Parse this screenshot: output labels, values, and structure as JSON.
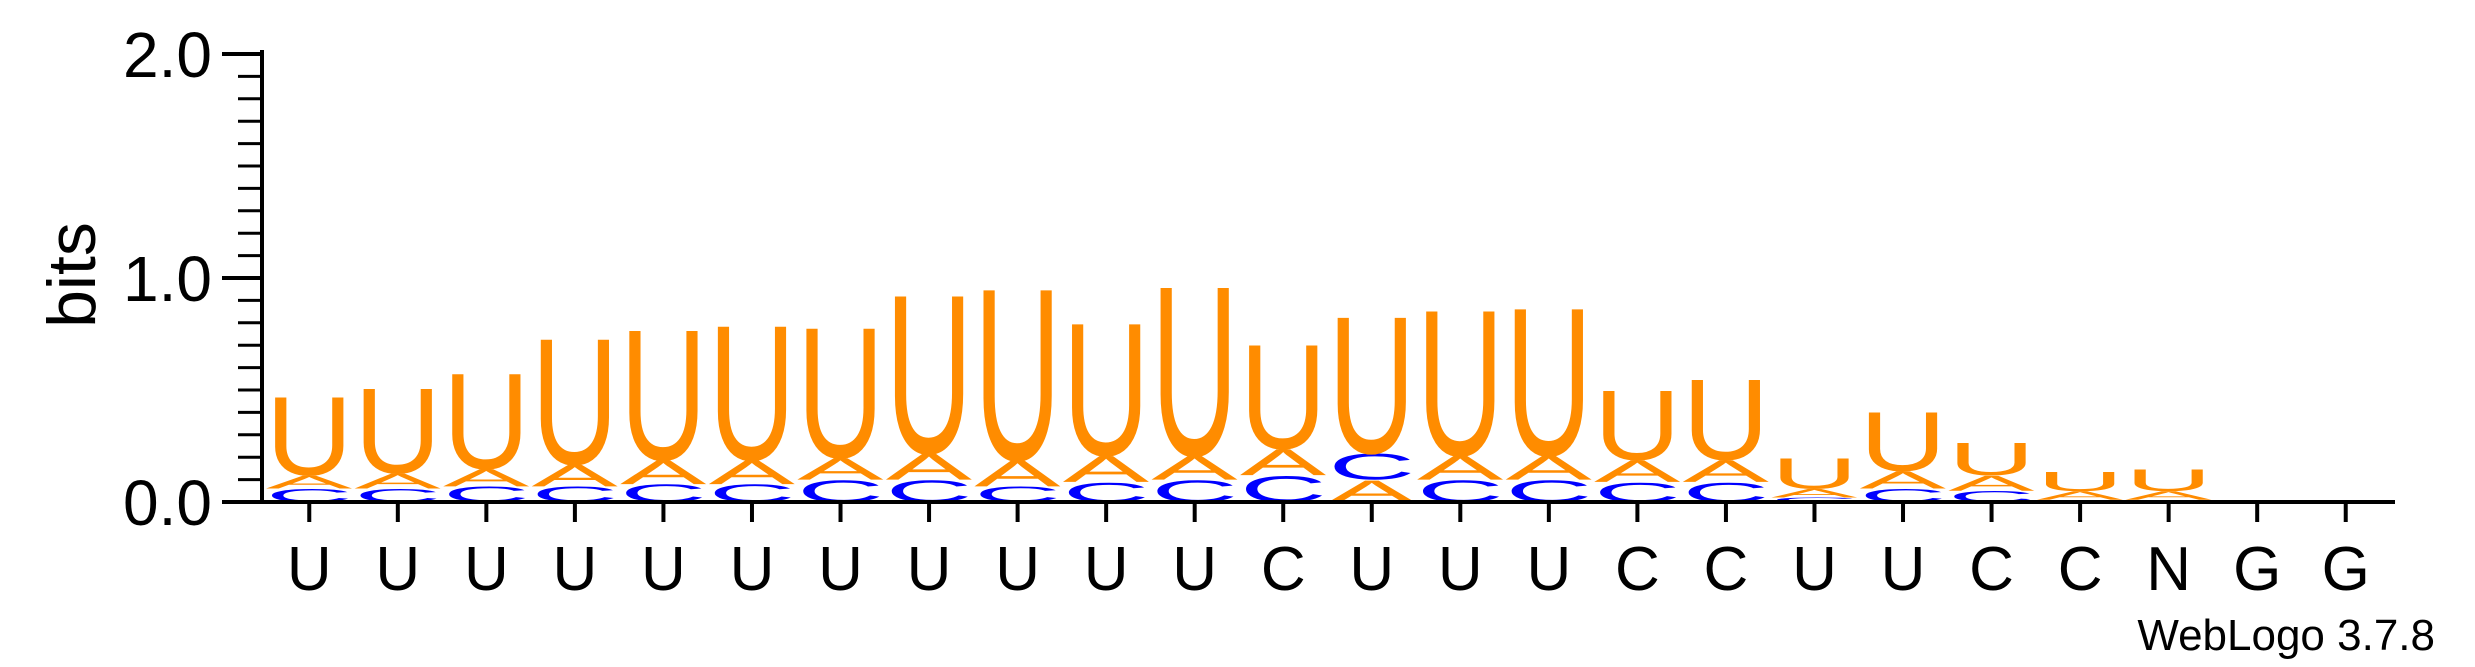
{
  "chart_data": {
    "type": "sequence-logo",
    "ylabel": "bits",
    "ylim": [
      0,
      2.0
    ],
    "yticks": [
      "0.0",
      "1.0",
      "2.0"
    ],
    "footer": "WebLogo 3.7.8",
    "colors": {
      "U": "#ff8c00",
      "A": "#ff8c00",
      "C": "#0000ff",
      "G": "#000000"
    },
    "positions": [
      {
        "label": "U",
        "stack": [
          {
            "letter": "C",
            "h": 0.06
          },
          {
            "letter": "A",
            "h": 0.06
          },
          {
            "letter": "U",
            "h": 0.36
          }
        ]
      },
      {
        "label": "U",
        "stack": [
          {
            "letter": "C",
            "h": 0.06
          },
          {
            "letter": "A",
            "h": 0.07
          },
          {
            "letter": "U",
            "h": 0.39
          }
        ]
      },
      {
        "label": "U",
        "stack": [
          {
            "letter": "C",
            "h": 0.07
          },
          {
            "letter": "A",
            "h": 0.08
          },
          {
            "letter": "U",
            "h": 0.44
          }
        ]
      },
      {
        "label": "U",
        "stack": [
          {
            "letter": "C",
            "h": 0.07
          },
          {
            "letter": "A",
            "h": 0.1
          },
          {
            "letter": "U",
            "h": 0.58
          }
        ]
      },
      {
        "label": "U",
        "stack": [
          {
            "letter": "C",
            "h": 0.08
          },
          {
            "letter": "A",
            "h": 0.11
          },
          {
            "letter": "U",
            "h": 0.6
          }
        ]
      },
      {
        "label": "U",
        "stack": [
          {
            "letter": "C",
            "h": 0.08
          },
          {
            "letter": "A",
            "h": 0.11
          },
          {
            "letter": "U",
            "h": 0.62
          }
        ]
      },
      {
        "label": "U",
        "stack": [
          {
            "letter": "C",
            "h": 0.1
          },
          {
            "letter": "A",
            "h": 0.1
          },
          {
            "letter": "U",
            "h": 0.6
          }
        ]
      },
      {
        "label": "U",
        "stack": [
          {
            "letter": "C",
            "h": 0.1
          },
          {
            "letter": "A",
            "h": 0.12
          },
          {
            "letter": "U",
            "h": 0.73
          }
        ]
      },
      {
        "label": "U",
        "stack": [
          {
            "letter": "C",
            "h": 0.07
          },
          {
            "letter": "A",
            "h": 0.12
          },
          {
            "letter": "U",
            "h": 0.79
          }
        ]
      },
      {
        "label": "U",
        "stack": [
          {
            "letter": "C",
            "h": 0.09
          },
          {
            "letter": "A",
            "h": 0.12
          },
          {
            "letter": "U",
            "h": 0.61
          }
        ]
      },
      {
        "label": "U",
        "stack": [
          {
            "letter": "C",
            "h": 0.1
          },
          {
            "letter": "A",
            "h": 0.11
          },
          {
            "letter": "U",
            "h": 0.78
          }
        ]
      },
      {
        "label": "C",
        "stack": [
          {
            "letter": "C",
            "h": 0.12
          },
          {
            "letter": "A",
            "h": 0.12
          },
          {
            "letter": "U",
            "h": 0.48
          }
        ]
      },
      {
        "label": "U",
        "stack": [
          {
            "letter": "A",
            "h": 0.1
          },
          {
            "letter": "C",
            "h": 0.12
          },
          {
            "letter": "U",
            "h": 0.63
          }
        ]
      },
      {
        "label": "U",
        "stack": [
          {
            "letter": "C",
            "h": 0.1
          },
          {
            "letter": "A",
            "h": 0.11
          },
          {
            "letter": "U",
            "h": 0.67
          }
        ]
      },
      {
        "label": "U",
        "stack": [
          {
            "letter": "C",
            "h": 0.1
          },
          {
            "letter": "A",
            "h": 0.11
          },
          {
            "letter": "U",
            "h": 0.68
          }
        ]
      },
      {
        "label": "C",
        "stack": [
          {
            "letter": "C",
            "h": 0.09
          },
          {
            "letter": "A",
            "h": 0.1
          },
          {
            "letter": "U",
            "h": 0.32
          }
        ]
      },
      {
        "label": "C",
        "stack": [
          {
            "letter": "C",
            "h": 0.09
          },
          {
            "letter": "A",
            "h": 0.1
          },
          {
            "letter": "U",
            "h": 0.37
          }
        ]
      },
      {
        "label": "U",
        "stack": [
          {
            "letter": "C",
            "h": 0.02
          },
          {
            "letter": "A",
            "h": 0.04
          },
          {
            "letter": "U",
            "h": 0.14
          }
        ]
      },
      {
        "label": "U",
        "stack": [
          {
            "letter": "C",
            "h": 0.06
          },
          {
            "letter": "A",
            "h": 0.08
          },
          {
            "letter": "U",
            "h": 0.27
          }
        ]
      },
      {
        "label": "C",
        "stack": [
          {
            "letter": "C",
            "h": 0.05
          },
          {
            "letter": "A",
            "h": 0.07
          },
          {
            "letter": "U",
            "h": 0.15
          }
        ]
      },
      {
        "label": "C",
        "stack": [
          {
            "letter": "C",
            "h": 0.01
          },
          {
            "letter": "A",
            "h": 0.04
          },
          {
            "letter": "U",
            "h": 0.09
          }
        ]
      },
      {
        "label": "N",
        "stack": [
          {
            "letter": "C",
            "h": 0.01
          },
          {
            "letter": "A",
            "h": 0.04
          },
          {
            "letter": "U",
            "h": 0.1
          }
        ]
      },
      {
        "label": "G",
        "stack": []
      },
      {
        "label": "G",
        "stack": []
      }
    ]
  }
}
